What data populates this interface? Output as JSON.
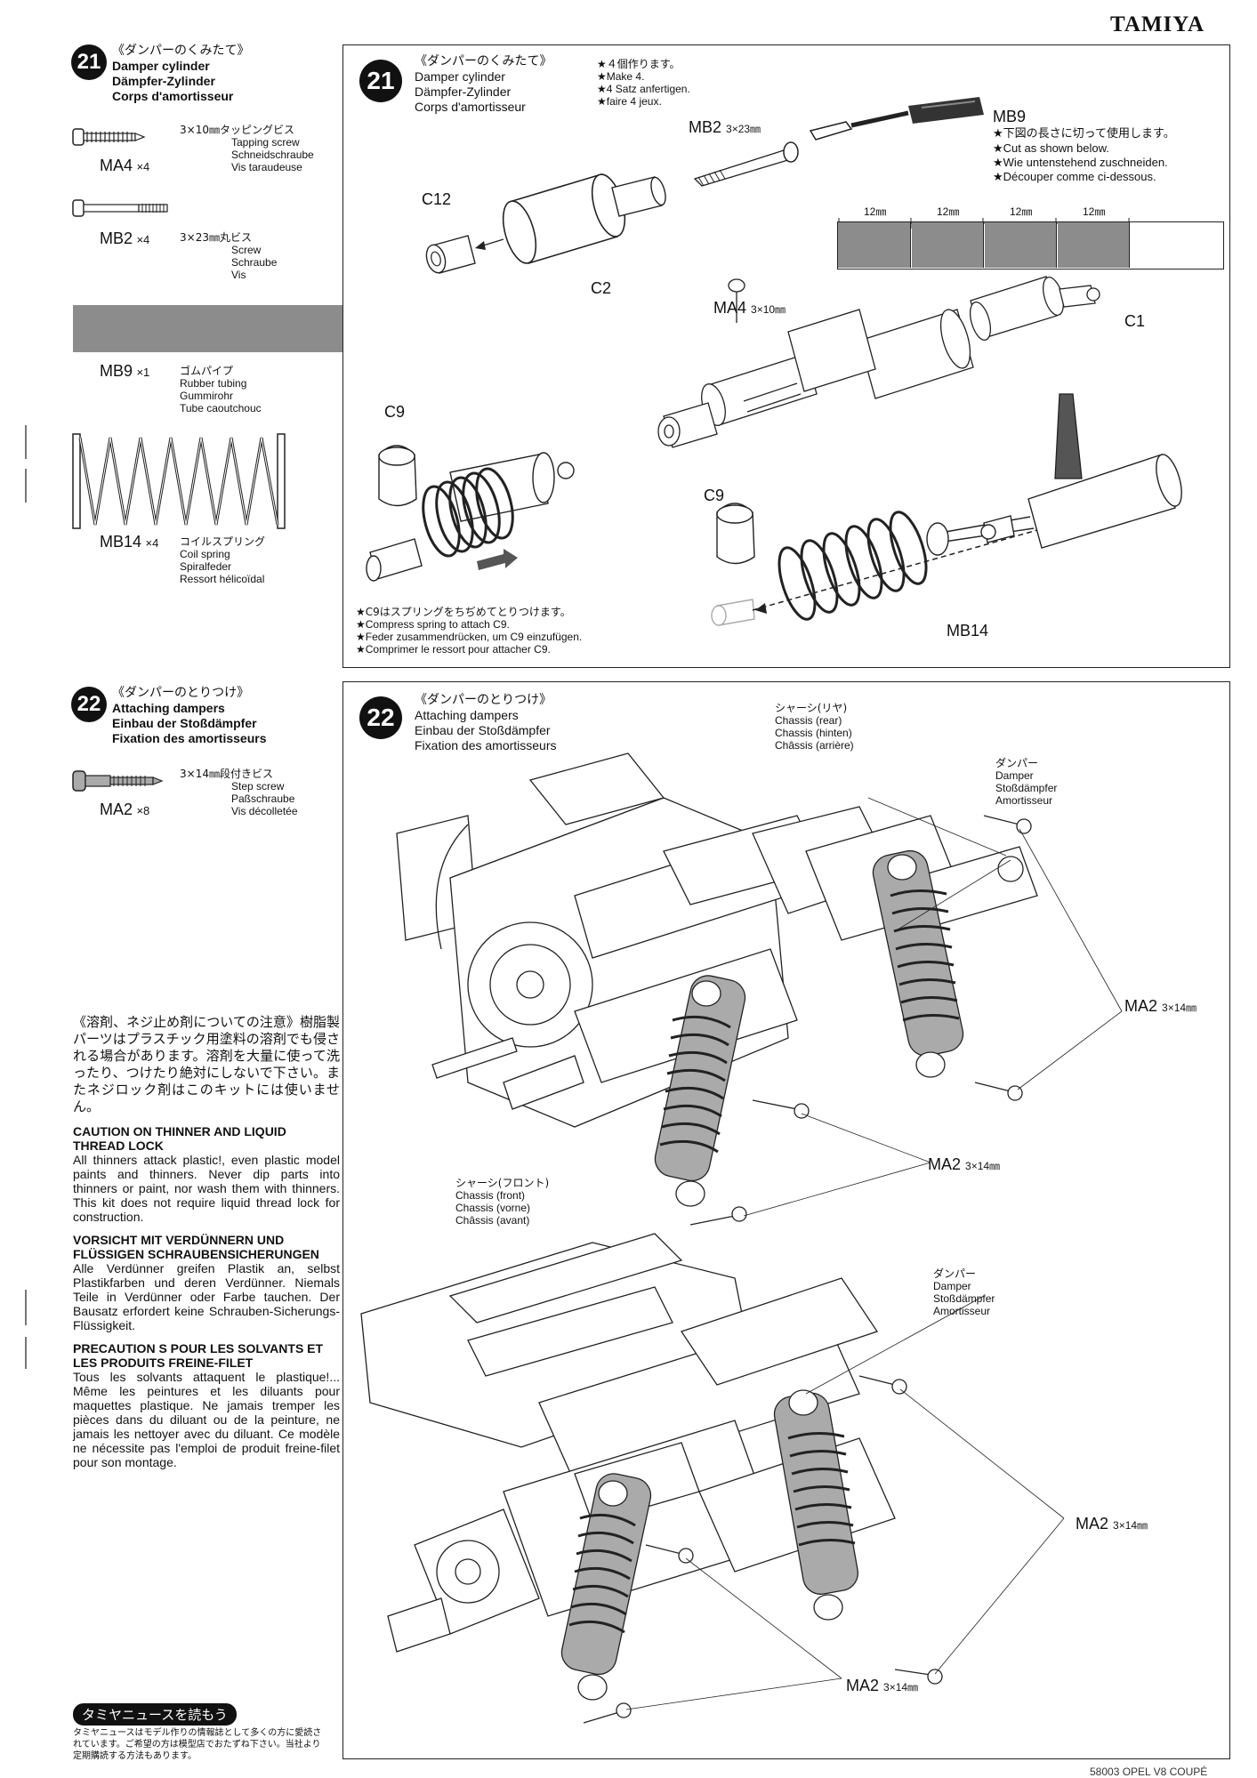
{
  "brand": "TAMIYA",
  "footer_code": "58003 OPEL V8 COUPÉ",
  "step21": {
    "number": "21",
    "title_jp": "《ダンパーのくみたて》",
    "title_en": "Damper cylinder",
    "title_de": "Dämpfer-Zylinder",
    "title_fr": "Corps d'amortisseur",
    "make_jp": "★４個作ります。",
    "make_en": "★Make 4.",
    "make_de": "★4 Satz anfertigen.",
    "make_fr": "★faire 4 jeux.",
    "parts": [
      {
        "code": "MA4",
        "qty": "×4",
        "size_jp": "3×10㎜タッピングビス",
        "en": "Tapping screw",
        "de": "Schneidschraube",
        "fr": "Vis taraudeuse"
      },
      {
        "code": "MB2",
        "qty": "×4",
        "size_jp": "3×23㎜丸ビス",
        "en": "Screw",
        "de": "Schraube",
        "fr": "Vis"
      },
      {
        "code": "MB9",
        "qty": "×1",
        "size_jp": "ゴムパイプ",
        "en": "Rubber tubing",
        "de": "Gummirohr",
        "fr": "Tube caoutchouc"
      },
      {
        "code": "MB14",
        "qty": "×4",
        "size_jp": "コイルスプリング",
        "en": "Coil spring",
        "de": "Spiralfeder",
        "fr": "Ressort hélicoïdal"
      }
    ],
    "labels": {
      "mb2": "MB2",
      "mb2_size": "3×23㎜",
      "c12": "C12",
      "c2": "C2",
      "c1": "C1",
      "ma4": "MA4",
      "ma4_size": "3×10㎜",
      "c9": "C9",
      "c9b": "C9",
      "mb14": "MB14",
      "mb9": "MB9"
    },
    "mb9_note_jp": "★下図の長さに切って使用します。",
    "mb9_note_en": "★Cut as shown below.",
    "mb9_note_de": "★Wie untenstehend zuschneiden.",
    "mb9_note_fr": "★Découper comme ci-dessous.",
    "cut_marks": [
      "12㎜",
      "12㎜",
      "12㎜",
      "12㎜"
    ],
    "spring_note_jp": "★C9はスプリングをちぢめてとりつけます。",
    "spring_note_en": "★Compress spring to attach C9.",
    "spring_note_de": "★Feder zusammendrücken, um C9 einzufügen.",
    "spring_note_fr": "★Comprimer le ressort pour attacher C9."
  },
  "step22": {
    "number": "22",
    "title_jp": "《ダンパーのとりつけ》",
    "title_en": "Attaching dampers",
    "title_de": "Einbau der Stoßdämpfer",
    "title_fr": "Fixation des amortisseurs",
    "part": {
      "code": "MA2",
      "qty": "×8",
      "size_jp": "3×14㎜段付きビス",
      "en": "Step screw",
      "de": "Paßschraube",
      "fr": "Vis décolletée"
    },
    "chassis_rear_jp": "シャーシ(リヤ)",
    "chassis_rear_en": "Chassis (rear)",
    "chassis_rear_de": "Chassis (hinten)",
    "chassis_rear_fr": "Châssis (arrière)",
    "chassis_front_jp": "シャーシ(フロント)",
    "chassis_front_en": "Chassis (front)",
    "chassis_front_de": "Chassis (vorne)",
    "chassis_front_fr": "Châssis (avant)",
    "damper_jp": "ダンパー",
    "damper_en": "Damper",
    "damper_de": "Stoßdämpfer",
    "damper_fr": "Amortisseur",
    "ma2_label": "MA2",
    "ma2_size": "3×14㎜"
  },
  "caution": {
    "jp": "《溶剤、ネジ止め剤についての注意》樹脂製パーツはプラスチック用塗料の溶剤でも侵される場合があります。溶剤を大量に使って洗ったり、つけたり絶対にしないで下さい。またネジロック剤はこのキットには使いません。",
    "en_title": "CAUTION ON THINNER AND LIQUID THREAD LOCK",
    "en_body": "All thinners attack plastic!, even plastic model paints and thinners. Never dip parts into thinners or paint, nor wash them with thinners. This kit does not require liquid thread lock for construction.",
    "de_title": "VORSICHT MIT VERDÜNNERN UND FLÜSSIGEN SCHRAUBENSICHERUNGEN",
    "de_body": "Alle Verdünner greifen Plastik an, selbst Plastikfarben und deren Verdünner. Niemals Teile in Verdünner oder Farbe tauchen. Der Bausatz erfordert keine Schrauben-Sicherungs-Flüssigkeit.",
    "fr_title": "PRECAUTION S POUR LES SOLVANTS ET LES PRODUITS FREINE-FILET",
    "fr_body": "Tous les solvants attaquent le plastique!... Même les peintures et les diluants pour maquettes plastique. Ne jamais tremper les pièces dans du diluant ou de la peinture, ne jamais les nettoyer avec du diluant. Ce modèle ne nécessite pas l'emploi de produit freine-filet pour son montage."
  },
  "news": {
    "badge": "タミヤニュースを読もう",
    "text": "タミヤニュースはモデル作りの情報誌として多くの方に愛読されています。ご希望の方は模型店でおたずね下さい。当社より定期購読する方法もあります。"
  }
}
